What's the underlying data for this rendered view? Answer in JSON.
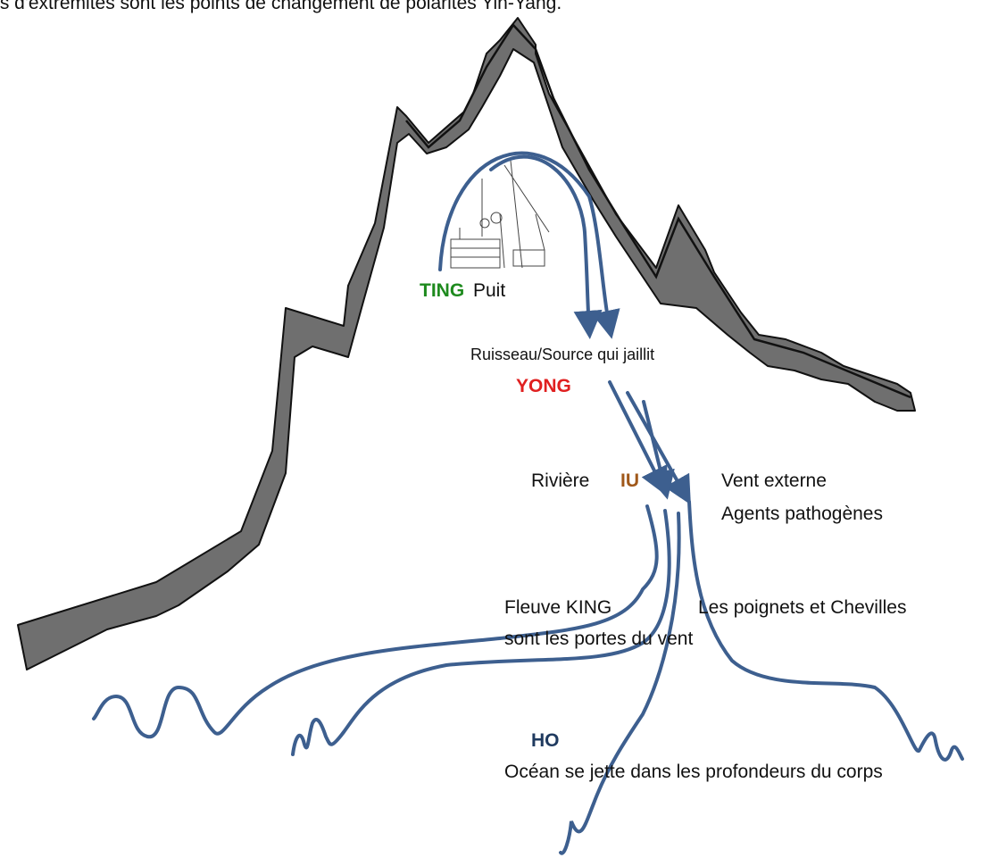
{
  "header_text": "ts d'extrémités sont les points de changement de polarités Yin-Yang.",
  "labels": {
    "ting": "TING",
    "puit": "Puit",
    "ruisseau": "Ruisseau/Source qui jaillit",
    "yong": "YONG",
    "riviere": "Rivière",
    "iu": "IU",
    "vent_externe": "Vent externe",
    "agents": "Agents pathogènes",
    "fleuve": "Fleuve KING",
    "poignets": "Les poignets et Chevilles",
    "portes": "sont les portes du vent",
    "ho": "HO",
    "ocean": "Océan se jette dans les profondeurs du corps"
  },
  "colors": {
    "stream": "#3d5f8f",
    "mountain_face": "#6f6f6f",
    "mountain_edge": "#111111",
    "ting": "#1e8a1e",
    "yong": "#e02020",
    "iu": "#a0581a",
    "ho": "#1f3a5f"
  }
}
